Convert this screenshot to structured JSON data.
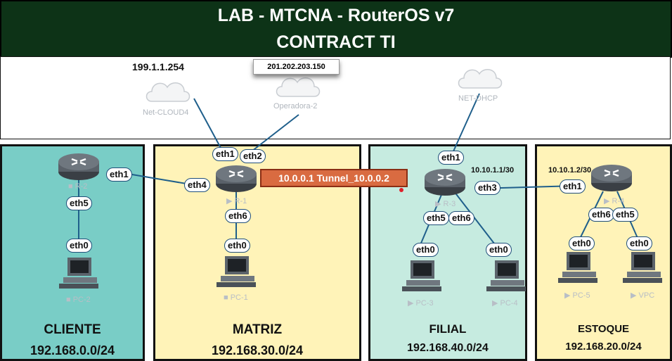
{
  "header": {
    "title": "LAB - MTCNA - RouterOS v7",
    "subtitle": "CONTRACT TI"
  },
  "clouds": {
    "net_cloud4": {
      "label": "Net-CLOUD4",
      "ip": "199.1.1.254"
    },
    "operadora2": {
      "label": "Operadora-2",
      "ip": "201.202.203.150"
    },
    "net_dhcp": {
      "label": "NET-DHCP"
    }
  },
  "tunnel": {
    "label": "10.0.0.1   Tunnel_10.0.0.2"
  },
  "zones": {
    "cliente": {
      "name": "CLIENTE",
      "net": "192.168.0.0/24"
    },
    "matriz": {
      "name": "MATRIZ",
      "net": "192.168.30.0/24"
    },
    "filial": {
      "name": "FILIAL",
      "net": "192.168.40.0/24"
    },
    "estoque": {
      "name": "ESTOQUE",
      "net": "192.168.20.0/24"
    }
  },
  "devices": {
    "r1": "R-1",
    "r2": "R-2",
    "r3": "R-3",
    "r4": "R-4",
    "pc1": "PC-1",
    "pc2": "PC-2",
    "pc3": "PC-3",
    "pc4": "PC-4",
    "pc5": "PC-5",
    "vpc": "VPC"
  },
  "ips": {
    "r3_eth3": "10.10.1.1/30",
    "r4_eth1": "10.10.1.2/30"
  },
  "interfaces": {
    "r1_eth1": "eth1",
    "r1_eth2": "eth2",
    "r1_eth4": "eth4",
    "r1_eth6": "eth6",
    "pc1_eth0": "eth0",
    "r2_eth1": "eth1",
    "r2_eth5": "eth5",
    "pc2_eth0": "eth0",
    "r3_eth1": "eth1",
    "r3_eth3": "eth3",
    "r3_eth5": "eth5",
    "r3_eth6": "eth6",
    "pc3_eth0": "eth0",
    "pc4_eth0": "eth0",
    "r4_eth1": "eth1",
    "r4_eth6": "eth6",
    "r4_eth5": "eth5",
    "pc5_eth0": "eth0",
    "vpc_eth0": "eth0"
  },
  "colors": {
    "header_bg": "#0d3317",
    "cliente": "#79cdc6",
    "matriz": "#fff3b8",
    "filial": "#c6ebe0",
    "estoque": "#fff3b8",
    "tunnel": "#d96b41",
    "link": "#1f5f8b"
  },
  "icons": {
    "router": "router-icon",
    "pc": "pc-icon",
    "cloud": "cloud-icon"
  }
}
